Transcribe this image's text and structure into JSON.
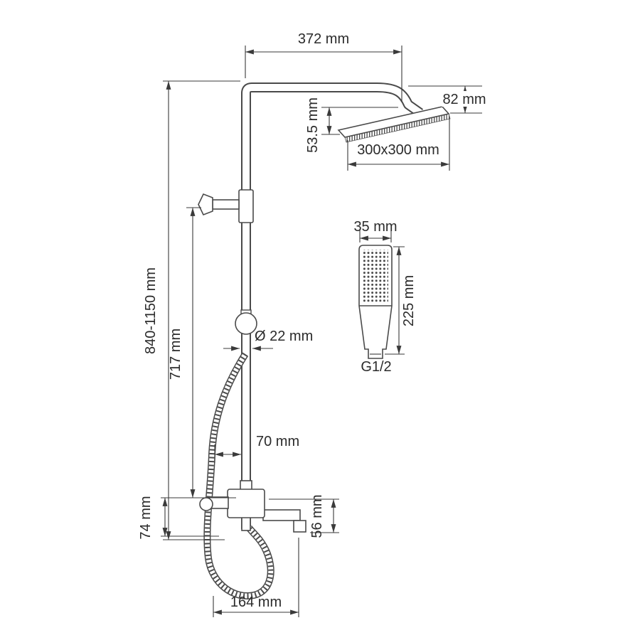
{
  "drawing": {
    "subject": "shower column dimensional drawing",
    "labels": {
      "d372": "372 mm",
      "d82": "82 mm",
      "d535": "53.5 mm",
      "d300": "300x300 mm",
      "d35": "35 mm",
      "d225": "225 mm",
      "g12": "G1/2",
      "d840": "840-1150 mm",
      "d717": "717 mm",
      "d22": "Ø 22 mm",
      "d70": "70 mm",
      "d74": "74 mm",
      "d56": "56 mm",
      "d164": "164 mm"
    },
    "colors": {
      "line": "#4a4a4a",
      "dim_line": "#3a3a3a",
      "text": "#2b2b2b",
      "background": "#ffffff"
    }
  }
}
